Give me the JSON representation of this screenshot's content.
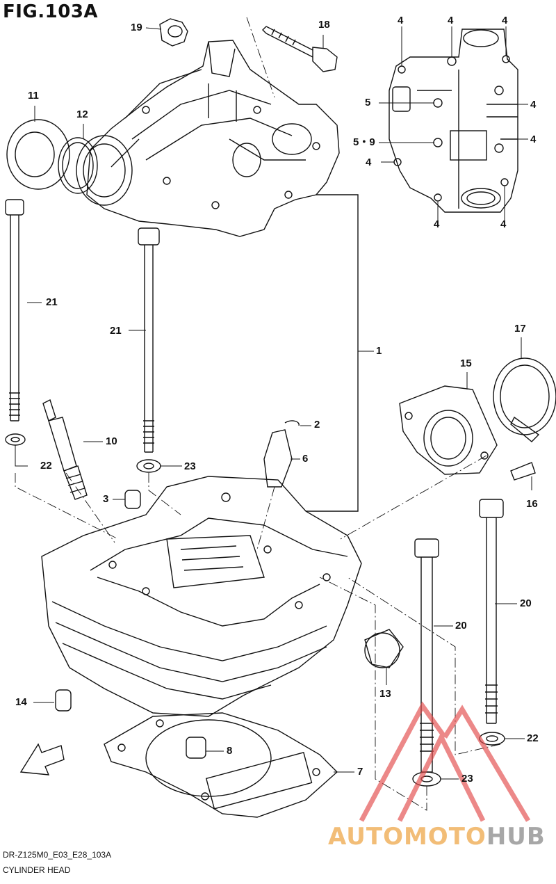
{
  "figure": {
    "title": "FIG.103A"
  },
  "parts": [
    {
      "no": "19"
    },
    {
      "no": "18"
    },
    {
      "no": "11"
    },
    {
      "no": "12"
    },
    {
      "no": "4"
    },
    {
      "no": "4"
    },
    {
      "no": "4"
    },
    {
      "no": "5"
    },
    {
      "no": "4"
    },
    {
      "no": "5・9"
    },
    {
      "no": "4"
    },
    {
      "no": "4"
    },
    {
      "no": "4"
    },
    {
      "no": "4"
    },
    {
      "no": "21"
    },
    {
      "no": "21"
    },
    {
      "no": "1"
    },
    {
      "no": "17"
    },
    {
      "no": "15"
    },
    {
      "no": "2"
    },
    {
      "no": "10"
    },
    {
      "no": "6"
    },
    {
      "no": "22"
    },
    {
      "no": "23"
    },
    {
      "no": "16"
    },
    {
      "no": "3"
    },
    {
      "no": "20"
    },
    {
      "no": "20"
    },
    {
      "no": "13"
    },
    {
      "no": "14"
    },
    {
      "no": "8"
    },
    {
      "no": "7"
    },
    {
      "no": "22"
    },
    {
      "no": "23"
    }
  ],
  "fwd_label": "FWD",
  "footer": {
    "code": "DR-Z125M0_E03_E28_103A",
    "name": "CYLINDER HEAD"
  },
  "watermark": {
    "part1": "AUTOMOTO",
    "part2": "HUB",
    "color1": "#f2bd77",
    "color2": "#a7a7a7",
    "triangle_color": "#e24a4a"
  }
}
